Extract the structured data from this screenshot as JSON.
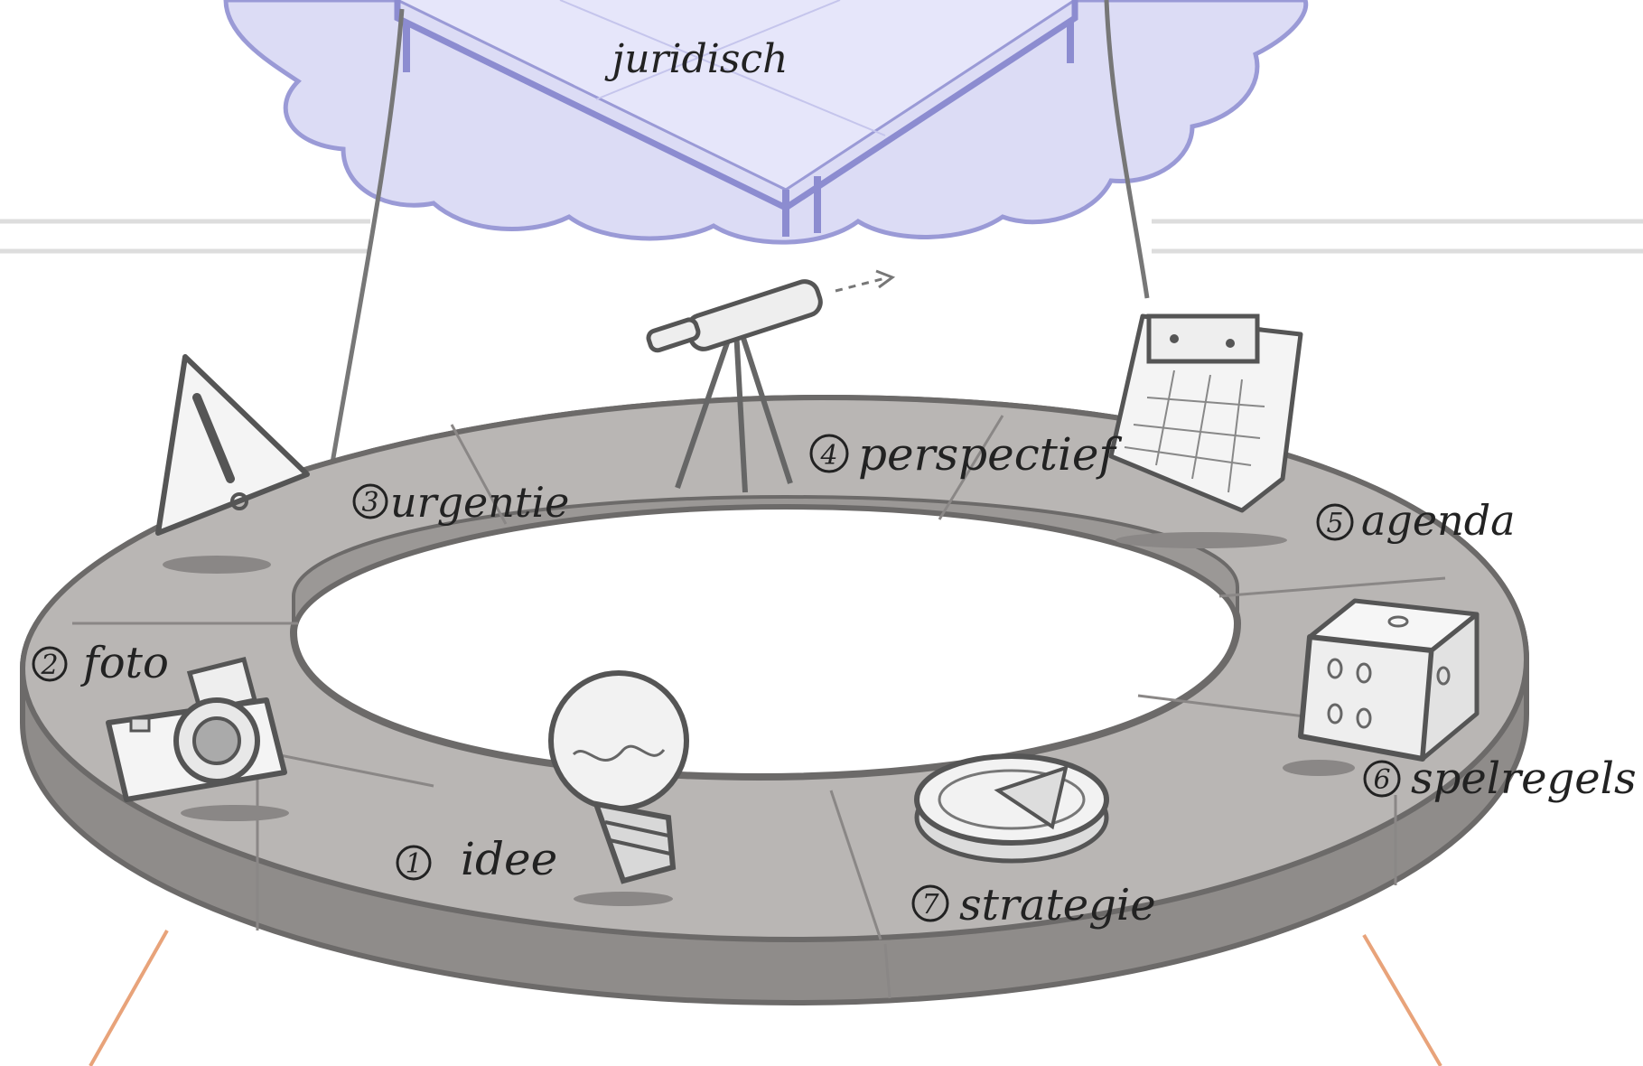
{
  "cloud": {
    "label": "juridisch",
    "fill": "#dcdcf5",
    "stroke": "#9a9ad6"
  },
  "ring": {
    "top_fill": "#b9b6b4",
    "side_fill": "#8f8c8a",
    "stroke": "#6c6a69",
    "segments": [
      {
        "number": "1",
        "label": "idee",
        "icon": "lightbulb-icon"
      },
      {
        "number": "2",
        "label": "foto",
        "icon": "camera-icon"
      },
      {
        "number": "3",
        "label": "urgentie",
        "icon": "warning-triangle-icon"
      },
      {
        "number": "4",
        "label": "perspectief",
        "icon": "telescope-icon"
      },
      {
        "number": "5",
        "label": "agenda",
        "icon": "calendar-icon"
      },
      {
        "number": "6",
        "label": "spelregels",
        "icon": "dice-icon"
      },
      {
        "number": "7",
        "label": "strategie",
        "icon": "compass-icon"
      }
    ]
  },
  "colors": {
    "leg": "#e8a37a",
    "guide_line": "#dddddd",
    "suspension_line": "#777777"
  }
}
